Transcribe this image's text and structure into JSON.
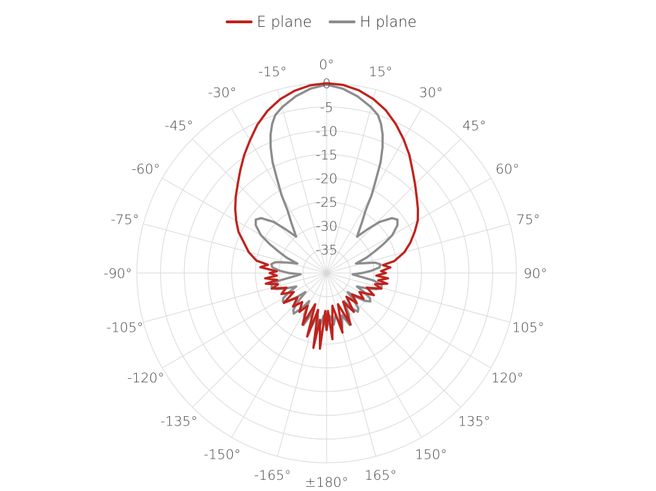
{
  "chart_data": {
    "type": "polar-line",
    "title": "",
    "angular_axis": {
      "unit": "degrees",
      "rotation": "0° at top, clockwise positive",
      "tick_step": 15,
      "tick_labels": [
        "0°",
        "15°",
        "30°",
        "45°",
        "60°",
        "75°",
        "90°",
        "105°",
        "120°",
        "135°",
        "150°",
        "165°",
        "±180°",
        "-165°",
        "-150°",
        "-135°",
        "-120°",
        "-105°",
        "-90°",
        "-75°",
        "-60°",
        "-45°",
        "-30°",
        "-15°"
      ],
      "tick_angles": [
        0,
        15,
        30,
        45,
        60,
        75,
        90,
        105,
        120,
        135,
        150,
        165,
        180,
        -165,
        -150,
        -135,
        -120,
        -105,
        -90,
        -75,
        -60,
        -45,
        -30,
        -15
      ]
    },
    "radial_axis": {
      "unit": "dB",
      "range": [
        -40,
        0
      ],
      "tick_values": [
        0,
        -5,
        -10,
        -15,
        -20,
        -25,
        -30,
        -35
      ],
      "tick_labels": [
        "0",
        "-5",
        "-10",
        "-15",
        "-20",
        "-25",
        "-30",
        "-35"
      ],
      "grid_ring_values": [
        0,
        -5,
        -10,
        -15,
        -20,
        -25,
        -30,
        -35
      ]
    },
    "grid": true,
    "legend": {
      "position": "top-center"
    },
    "series": [
      {
        "name": "E plane",
        "color": "#c0221d",
        "points": [
          [
            0,
            0
          ],
          [
            5,
            -0.2
          ],
          [
            10,
            -0.9
          ],
          [
            15,
            -2
          ],
          [
            20,
            -3.5
          ],
          [
            25,
            -5.4
          ],
          [
            30,
            -7.5
          ],
          [
            35,
            -9.6
          ],
          [
            40,
            -11.8
          ],
          [
            45,
            -13.6
          ],
          [
            50,
            -15.2
          ],
          [
            55,
            -16.5
          ],
          [
            60,
            -17.8
          ],
          [
            65,
            -19.5
          ],
          [
            70,
            -21.2
          ],
          [
            75,
            -23
          ],
          [
            80,
            -25.5
          ],
          [
            82,
            -28
          ],
          [
            85,
            -26.5
          ],
          [
            88,
            -28.5
          ],
          [
            90,
            -27.5
          ],
          [
            93,
            -29.5
          ],
          [
            95,
            -27
          ],
          [
            98,
            -29
          ],
          [
            100,
            -27
          ],
          [
            103,
            -29.5
          ],
          [
            106,
            -28
          ],
          [
            110,
            -31
          ],
          [
            115,
            -29
          ],
          [
            120,
            -32
          ],
          [
            125,
            -30.5
          ],
          [
            130,
            -33
          ],
          [
            135,
            -31
          ],
          [
            140,
            -33.5
          ],
          [
            145,
            -30
          ],
          [
            150,
            -33
          ],
          [
            155,
            -28
          ],
          [
            160,
            -33
          ],
          [
            165,
            -27
          ],
          [
            170,
            -33
          ],
          [
            175,
            -26
          ],
          [
            178,
            -32
          ],
          [
            180,
            -28
          ],
          [
            -178,
            -32
          ],
          [
            -175,
            -24
          ],
          [
            -172,
            -30
          ],
          [
            -170,
            -24
          ],
          [
            -167,
            -32
          ],
          [
            -163,
            -26
          ],
          [
            -160,
            -33
          ],
          [
            -155,
            -28
          ],
          [
            -150,
            -32
          ],
          [
            -145,
            -30
          ],
          [
            -140,
            -32
          ],
          [
            -135,
            -30
          ],
          [
            -130,
            -32
          ],
          [
            -125,
            -29
          ],
          [
            -120,
            -32
          ],
          [
            -115,
            -29.5
          ],
          [
            -110,
            -31
          ],
          [
            -106,
            -28
          ],
          [
            -103,
            -29.5
          ],
          [
            -100,
            -27
          ],
          [
            -98,
            -29.5
          ],
          [
            -95,
            -27
          ],
          [
            -93,
            -29.5
          ],
          [
            -90,
            -28
          ],
          [
            -88,
            -29.5
          ],
          [
            -85,
            -26
          ],
          [
            -82,
            -27.5
          ],
          [
            -80,
            -25
          ],
          [
            -75,
            -23
          ],
          [
            -70,
            -21.5
          ],
          [
            -65,
            -19.5
          ],
          [
            -60,
            -18
          ],
          [
            -55,
            -16.5
          ],
          [
            -50,
            -15
          ],
          [
            -45,
            -13.5
          ],
          [
            -40,
            -11.7
          ],
          [
            -35,
            -9.7
          ],
          [
            -30,
            -7.7
          ],
          [
            -25,
            -5.5
          ],
          [
            -20,
            -3.6
          ],
          [
            -15,
            -2.1
          ],
          [
            -10,
            -1
          ],
          [
            -5,
            -0.3
          ]
        ]
      },
      {
        "name": "H plane",
        "color": "#8c8c8c",
        "points": [
          [
            0,
            -0.3
          ],
          [
            5,
            -1
          ],
          [
            10,
            -2.2
          ],
          [
            15,
            -3.8
          ],
          [
            18,
            -5
          ],
          [
            20,
            -6.5
          ],
          [
            22,
            -8.5
          ],
          [
            24,
            -11
          ],
          [
            26,
            -14
          ],
          [
            28,
            -18
          ],
          [
            30,
            -21
          ],
          [
            32,
            -24.5
          ],
          [
            35,
            -27
          ],
          [
            38,
            -29
          ],
          [
            40,
            -30
          ],
          [
            43,
            -27.5
          ],
          [
            46,
            -24.5
          ],
          [
            50,
            -22
          ],
          [
            53,
            -21.3
          ],
          [
            56,
            -22
          ],
          [
            60,
            -24
          ],
          [
            63,
            -26.5
          ],
          [
            66,
            -29
          ],
          [
            69,
            -31
          ],
          [
            72,
            -33.5
          ],
          [
            75,
            -32
          ],
          [
            78,
            -29.5
          ],
          [
            81,
            -28.5
          ],
          [
            84,
            -28.8
          ],
          [
            87,
            -30.5
          ],
          [
            90,
            -32.5
          ],
          [
            93,
            -34.5
          ],
          [
            96,
            -33
          ],
          [
            99,
            -30
          ],
          [
            102,
            -28.2
          ],
          [
            105,
            -28
          ],
          [
            108,
            -29
          ],
          [
            111,
            -31
          ],
          [
            114,
            -33
          ],
          [
            117,
            -31
          ],
          [
            120,
            -29.5
          ],
          [
            123,
            -29
          ],
          [
            126,
            -30
          ],
          [
            129,
            -32
          ],
          [
            132,
            -34
          ],
          [
            135,
            -32
          ],
          [
            138,
            -30
          ],
          [
            141,
            -29.5
          ],
          [
            145,
            -31
          ],
          [
            148,
            -33
          ],
          [
            152,
            -30
          ],
          [
            156,
            -28
          ],
          [
            160,
            -30.5
          ],
          [
            164,
            -28
          ],
          [
            168,
            -31
          ],
          [
            172,
            -29
          ],
          [
            176,
            -31
          ],
          [
            180,
            -28
          ],
          [
            -176,
            -31
          ],
          [
            -172,
            -28
          ],
          [
            -168,
            -31
          ],
          [
            -164,
            -28
          ],
          [
            -160,
            -31
          ],
          [
            -156,
            -28
          ],
          [
            -152,
            -30
          ],
          [
            -148,
            -33
          ],
          [
            -145,
            -31
          ],
          [
            -141,
            -29
          ],
          [
            -138,
            -29.5
          ],
          [
            -135,
            -31.5
          ],
          [
            -132,
            -34
          ],
          [
            -129,
            -32
          ],
          [
            -126,
            -30
          ],
          [
            -123,
            -29
          ],
          [
            -120,
            -29.5
          ],
          [
            -117,
            -31
          ],
          [
            -114,
            -33
          ],
          [
            -111,
            -31
          ],
          [
            -108,
            -29
          ],
          [
            -105,
            -28
          ],
          [
            -102,
            -28.2
          ],
          [
            -99,
            -30
          ],
          [
            -96,
            -33
          ],
          [
            -93,
            -34.5
          ],
          [
            -90,
            -32
          ],
          [
            -87,
            -30
          ],
          [
            -84,
            -28.5
          ],
          [
            -81,
            -28.2
          ],
          [
            -78,
            -29
          ],
          [
            -75,
            -31.5
          ],
          [
            -72,
            -33.5
          ],
          [
            -69,
            -31
          ],
          [
            -66,
            -29
          ],
          [
            -63,
            -26.5
          ],
          [
            -60,
            -24
          ],
          [
            -56,
            -22
          ],
          [
            -53,
            -21.3
          ],
          [
            -50,
            -22
          ],
          [
            -46,
            -24.5
          ],
          [
            -43,
            -27.5
          ],
          [
            -40,
            -30
          ],
          [
            -38,
            -29
          ],
          [
            -35,
            -27
          ],
          [
            -32,
            -24.5
          ],
          [
            -30,
            -21
          ],
          [
            -28,
            -18
          ],
          [
            -26,
            -14
          ],
          [
            -24,
            -11
          ],
          [
            -22,
            -8.5
          ],
          [
            -20,
            -6.5
          ],
          [
            -18,
            -5
          ],
          [
            -15,
            -3.8
          ],
          [
            -10,
            -2.2
          ],
          [
            -5,
            -1
          ]
        ]
      }
    ]
  }
}
